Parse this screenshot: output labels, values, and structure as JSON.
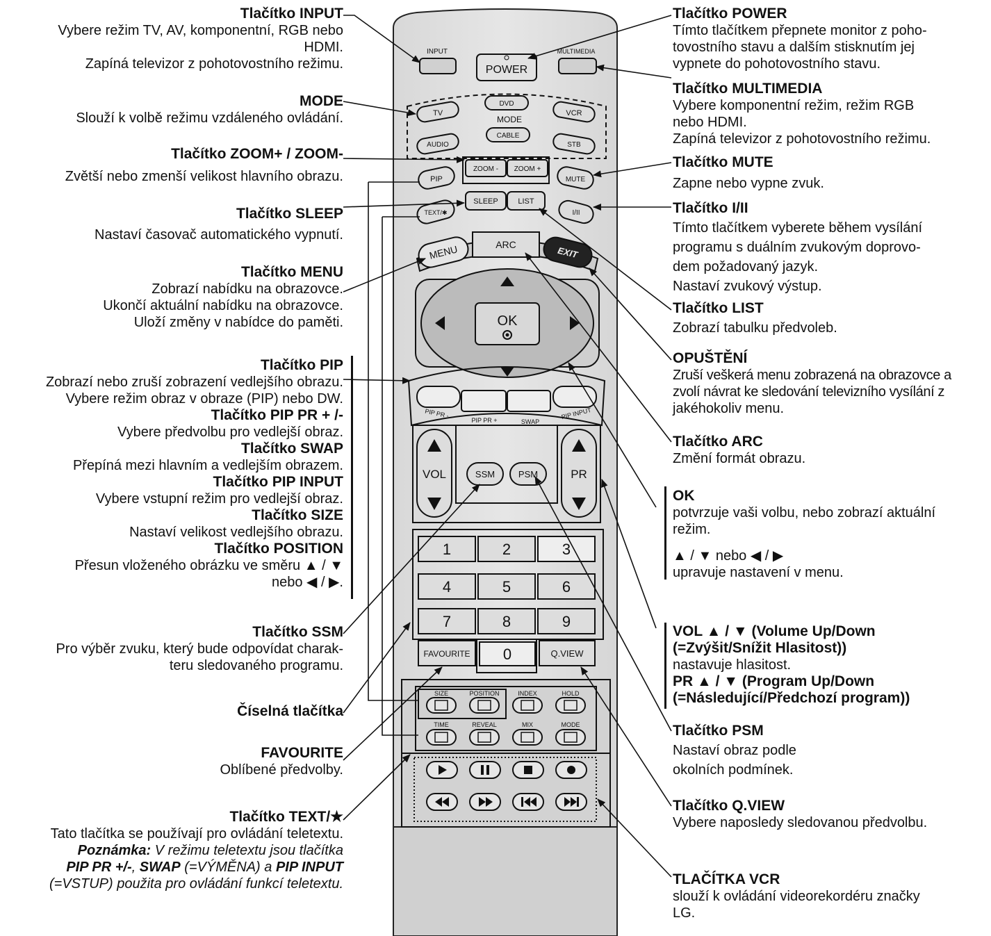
{
  "left": {
    "input": {
      "title": "Tlačítko INPUT",
      "lines": [
        "Vybere režim TV, AV, komponentní, RGB nebo",
        "HDMI.",
        "Zapíná televizor z pohotovostního režimu."
      ]
    },
    "mode": {
      "title": "MODE",
      "lines": [
        "Slouží k volbě režimu vzdáleného ovládání."
      ]
    },
    "zoom": {
      "title": "Tlačítko ZOOM+ / ZOOM-",
      "lines": [
        "Zvětší nebo zmenší velikost hlavního obrazu."
      ]
    },
    "sleep": {
      "title": "Tlačítko SLEEP",
      "lines": [
        "Nastaví časovač automatického vypnutí."
      ]
    },
    "menu": {
      "title": "Tlačítko MENU",
      "lines": [
        "Zobrazí nabídku na obrazovce.",
        "Ukončí aktuální nabídku na obrazovce.",
        "Uloží změny v nabídce do paměti."
      ]
    },
    "pip": {
      "title": "Tlačítko PIP",
      "lines": [
        "Zobrazí nebo zruší zobrazení vedlejšího obrazu.",
        "Vybere režim obraz v obraze (PIP) nebo DW."
      ]
    },
    "pippr": {
      "title": "Tlačítko PIP PR + /-",
      "lines": [
        "Vybere předvolbu pro vedlejší obraz."
      ]
    },
    "swap": {
      "title": "Tlačítko SWAP",
      "lines": [
        "Přepíná mezi hlavním a vedlejším obrazem."
      ]
    },
    "pipinput": {
      "title": "Tlačítko PIP INPUT",
      "lines": [
        "Vybere vstupní režim pro vedlejší obraz."
      ]
    },
    "size": {
      "title": "Tlačítko SIZE",
      "lines": [
        "Nastaví velikost vedlejšího obrazu."
      ]
    },
    "position": {
      "title": "Tlačítko POSITION",
      "lines": [
        "Přesun vloženého obrázku ve směru ▲ / ▼",
        "nebo ◀ / ▶."
      ]
    },
    "ssm": {
      "title": "Tlačítko SSM",
      "lines": [
        "Pro výběr zvuku, který bude odpovídat charak-",
        "teru sledovaného programu."
      ]
    },
    "numeric": {
      "title": "Číselná tlačítka"
    },
    "favourite": {
      "title": "FAVOURITE",
      "lines": [
        "Oblíbené předvolby."
      ]
    },
    "text": {
      "title": "Tlačítko TEXT/★",
      "lines": [
        "Tato tlačítka se používají pro ovládání teletextu."
      ],
      "note_label": "Poznámka:",
      "note_rest": " V režimu teletextu jsou tlačítka",
      "note_line2_a": "PIP PR +/-",
      "note_line2_b": ", ",
      "note_line2_c": "SWAP",
      "note_line2_d": " (=VÝMĚNA) a ",
      "note_line2_e": "PIP INPUT",
      "note_line3": "(=VSTUP) použita pro ovládání funkcí teletextu."
    }
  },
  "right": {
    "power": {
      "title": "Tlačítko POWER",
      "lines": [
        "Tímto tlačítkem přepnete monitor z poho-",
        "tovostního stavu a dalším stisknutím jej",
        "vypnete do pohotovostního stavu."
      ]
    },
    "multimedia": {
      "title": "Tlačítko MULTIMEDIA",
      "lines": [
        "Vybere komponentní režim, režim RGB",
        "nebo HDMI.",
        "Zapíná televizor z pohotovostního režimu."
      ]
    },
    "mute": {
      "title": "Tlačítko MUTE",
      "lines": [
        "Zapne nebo vypne zvuk."
      ]
    },
    "i_ii": {
      "title": "Tlačítko I/II",
      "lines": [
        "Tímto tlačítkem vyberete během vysílání",
        "programu s duálním zvukovým doprovo-",
        "dem požadovaný jazyk.",
        "Nastaví zvukový výstup."
      ]
    },
    "list": {
      "title": "Tlačítko LIST",
      "lines": [
        "Zobrazí tabulku předvoleb."
      ]
    },
    "exit": {
      "title": "OPUŠTĚNÍ",
      "lines": [
        "Zruší veškerá menu zobrazená na obrazovce a",
        "zvolí návrat ke sledování televizního vysílání z",
        "jakéhokoliv menu."
      ]
    },
    "arc": {
      "title": "Tlačítko ARC",
      "lines": [
        "Změní formát obrazu."
      ]
    },
    "ok": {
      "title": "OK",
      "lines": [
        "potvrzuje vaši volbu, nebo zobrazí aktuální",
        "režim."
      ],
      "arrows": "▲ / ▼ nebo ◀ / ▶",
      "arrows_desc": "upravuje nastavení v menu."
    },
    "vol": {
      "title1": "VOL ▲ / ▼ (Volume Up/Down",
      "title2": "(=Zvýšit/Snížit Hlasitost))",
      "desc": "nastavuje hlasitost.",
      "title3": "PR ▲ / ▼ (Program Up/Down",
      "title4": "(=Následující/Předchozí program))"
    },
    "psm": {
      "title": "Tlačítko PSM",
      "lines": [
        "Nastaví obraz podle",
        "okolních podmínek."
      ]
    },
    "qview": {
      "title": "Tlačítko Q.VIEW",
      "lines": [
        "Vybere naposledy sledovanou předvolbu."
      ]
    },
    "vcr": {
      "title": "TLAČÍTKA VCR",
      "lines": [
        "slouží k ovládání videorekordéru značky",
        "LG."
      ]
    }
  },
  "remote": {
    "input": "INPUT",
    "power": "POWER",
    "multimedia": "MULTIMEDIA",
    "tv": "TV",
    "dvd": "DVD",
    "vcr": "VCR",
    "mode": "MODE",
    "audio": "AUDIO",
    "cable": "CABLE",
    "stb": "STB",
    "pip": "PIP",
    "zoom_minus": "ZOOM -",
    "zoom_plus": "ZOOM +",
    "mute": "MUTE",
    "text": "TEXT/✱",
    "sleep": "SLEEP",
    "list": "LIST",
    "i_ii": "I/II",
    "menu": "MENU",
    "arc": "ARC",
    "exit": "EXIT",
    "ok": "OK",
    "pip_pr_minus": "PIP PR -",
    "pip_pr_plus": "PIP PR +",
    "swap": "SWAP",
    "pip_input": "PIP INPUT",
    "vol": "VOL",
    "pr": "PR",
    "ssm": "SSM",
    "psm": "PSM",
    "digits": [
      "1",
      "2",
      "3",
      "4",
      "5",
      "6",
      "7",
      "8",
      "9"
    ],
    "favourite": "FAVOURITE",
    "zero": "0",
    "qview": "Q.VIEW",
    "tt_row1": [
      "SIZE",
      "POSITION",
      "INDEX",
      "HOLD"
    ],
    "tt_row2": [
      "TIME",
      "REVEAL",
      "MIX",
      "MODE"
    ]
  }
}
